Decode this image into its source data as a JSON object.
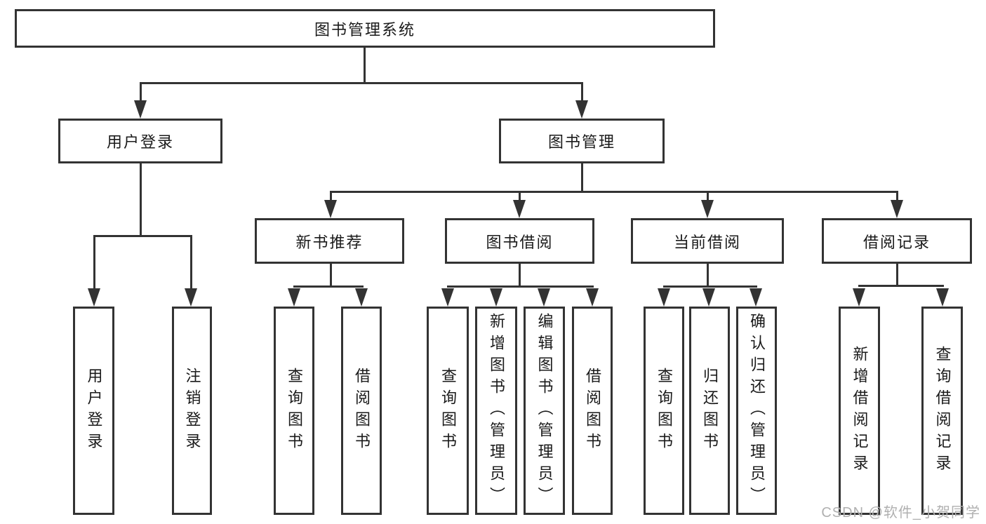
{
  "diagram": {
    "title": "图书管理系统",
    "nodes": {
      "root": "图书管理系统",
      "user_login": "用户登录",
      "book_mgmt": "图书管理",
      "new_book_rec": "新书推荐",
      "book_borrow": "图书借阅",
      "current_borrow": "当前借阅",
      "borrow_record": "借阅记录",
      "leaf_user_login": "用户登录",
      "leaf_logout": "注销登录",
      "leaf_rec_query": "查询图书",
      "leaf_rec_borrow": "借阅图书",
      "leaf_bor_query": "查询图书",
      "leaf_bor_add": "新增图书（管理员）",
      "leaf_bor_edit": "编辑图书（管理员）",
      "leaf_bor_borrow": "借阅图书",
      "leaf_cur_query": "查询图书",
      "leaf_cur_return": "归还图书",
      "leaf_cur_confirm": "确认归还（管理员）",
      "leaf_record_add": "新增借阅记录",
      "leaf_record_query": "查询借阅记录"
    },
    "watermark": "CSDN @软件_小贺同学",
    "colors": {
      "line": "#333333",
      "text": "#1a1a1a",
      "watermark": "#b0b0b0",
      "background": "#ffffff"
    }
  }
}
